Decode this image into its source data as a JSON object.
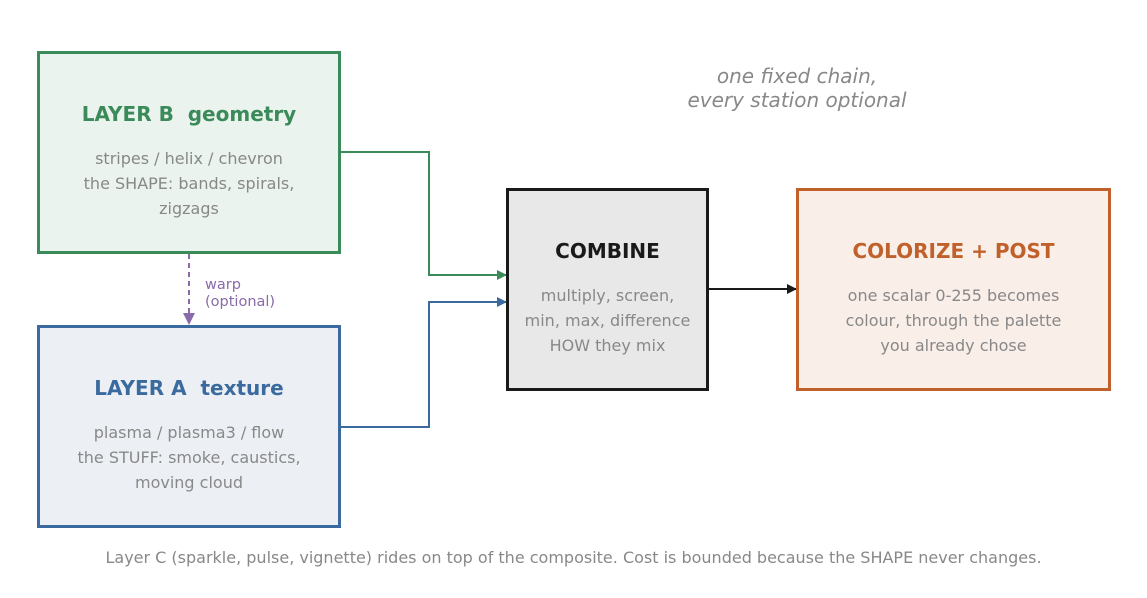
{
  "colors": {
    "geometry": "#3a8a5a",
    "texture": "#3a6a9e",
    "combine": "#1a1a1a",
    "colorize": "#c0612b",
    "warp": "#8a6aaa",
    "muted": "#888888"
  },
  "boxes": {
    "layer_b": {
      "title": "LAYER B  geometry",
      "lines": [
        "stripes / helix / chevron",
        "the SHAPE: bands, spirals,",
        "zigzags"
      ]
    },
    "layer_a": {
      "title": "LAYER A  texture",
      "lines": [
        "plasma / plasma3 / flow",
        "the STUFF: smoke, caustics,",
        "moving cloud"
      ]
    },
    "combine": {
      "title": "COMBINE",
      "lines": [
        "multiply, screen,",
        "min, max, difference",
        "HOW they mix"
      ]
    },
    "colorize": {
      "title": "COLORIZE + POST",
      "lines": [
        "one scalar 0-255 becomes",
        "colour, through the palette",
        "you already chose"
      ]
    }
  },
  "warp_label": [
    "warp",
    "(optional)"
  ],
  "tagline": [
    "one fixed chain,",
    "every station optional"
  ],
  "footer": "Layer C (sparkle, pulse, vignette) rides on top of the composite. Cost is bounded because the SHAPE never changes."
}
